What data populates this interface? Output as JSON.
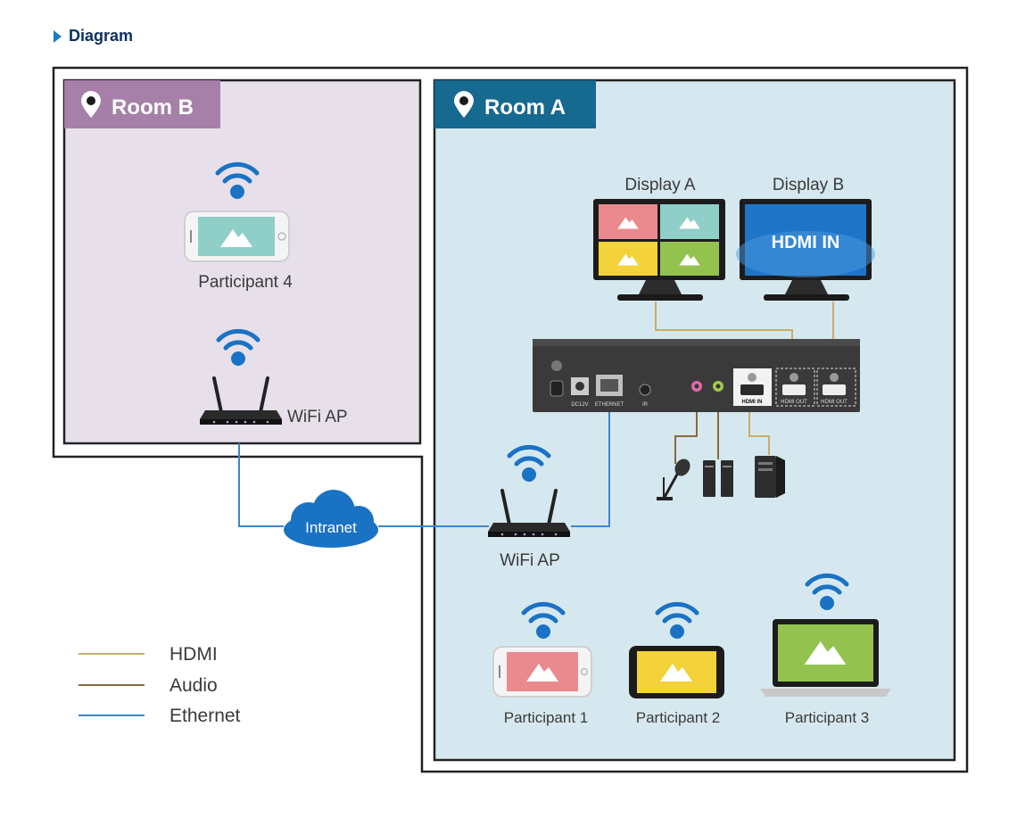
{
  "heading": "Diagram",
  "rooms": {
    "room_b": "Room B",
    "room_a": "Room A"
  },
  "displays": {
    "display_a": "Display A",
    "display_b": "Display B",
    "display_b_screen": "HDMI IN"
  },
  "device": {
    "port_dc": "DC12V",
    "port_ethernet": "ETHERNET",
    "port_ir": "IR",
    "port_hdmi_in": "HDMI IN",
    "port_hdmi_out_1": "HDMI OUT",
    "port_hdmi_out_2": "HDMI OUT"
  },
  "network": {
    "wifi_ap_room_b": "WiFi AP",
    "wifi_ap_room_a": "WiFi AP",
    "intranet": "Intranet"
  },
  "participants": {
    "p1": "Participant 1",
    "p2": "Participant 2",
    "p3": "Participant 3",
    "p4": "Participant 4"
  },
  "legend": [
    {
      "label": "HDMI",
      "color": "#c9ad6a"
    },
    {
      "label": "Audio",
      "color": "#8a6a3a"
    },
    {
      "label": "Ethernet",
      "color": "#3d86c6"
    }
  ],
  "colors": {
    "room_b_bg": "#e7e0ea",
    "room_b_tag": "#a680a8",
    "room_a_bg": "#d6e8ef",
    "room_a_tag": "#16698f",
    "wifi": "#1a72c4",
    "cloud": "#1a72c4"
  },
  "icons": [
    "wifi-icon",
    "location-pin-icon",
    "cloud-icon",
    "router-icon",
    "microphone-icon",
    "speaker-icon",
    "pc-tower-icon",
    "phone-icon",
    "tablet-icon",
    "laptop-icon",
    "monitor-icon"
  ]
}
